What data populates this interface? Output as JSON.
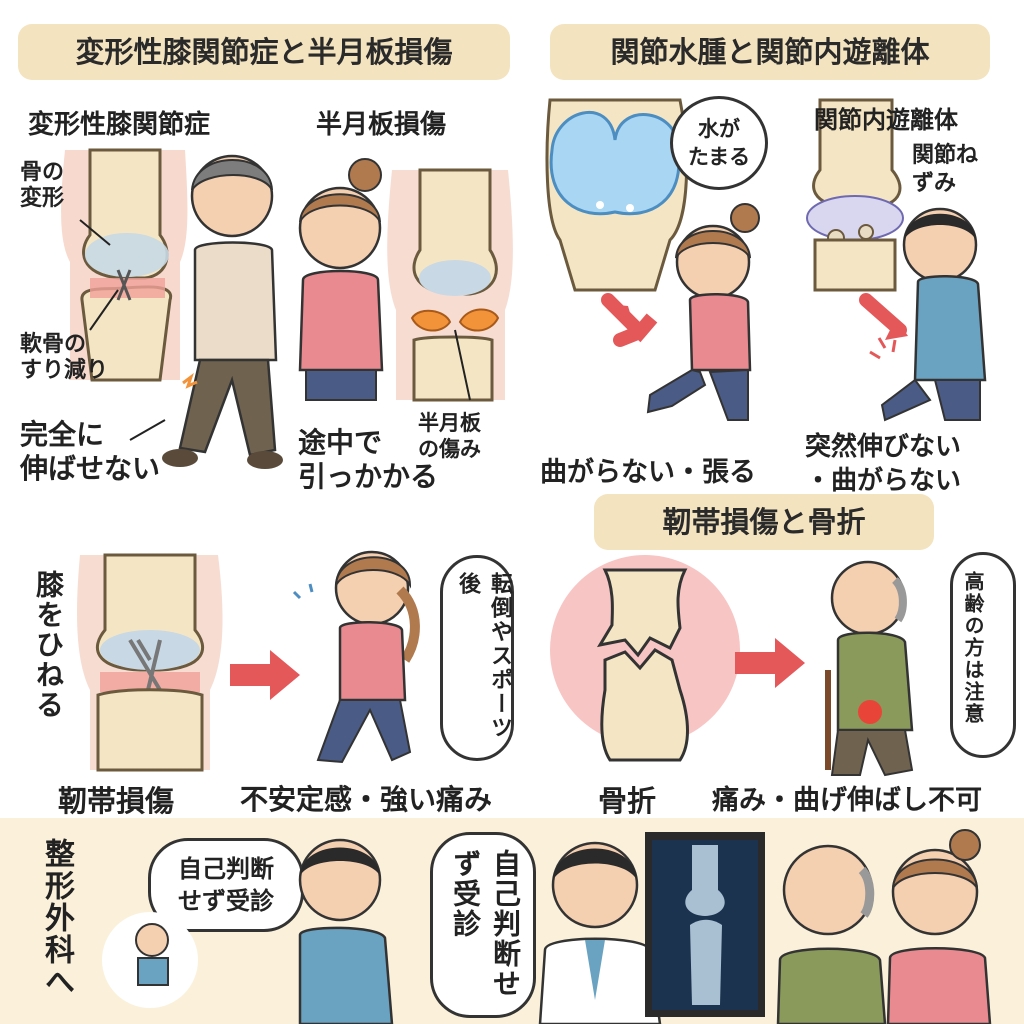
{
  "sections": {
    "oa_meniscus": {
      "title": "変形性膝関節症と半月板損傷",
      "oa": {
        "heading": "変形性膝関節症",
        "label_bone": "骨の\n変形",
        "label_cartilage": "軟骨の\nすり減り",
        "symptom": "完全に\n伸ばせない"
      },
      "meniscus": {
        "heading": "半月板損傷",
        "label_damage": "半月板\nの傷み",
        "symptom": "途中で\n引っかかる"
      }
    },
    "effusion_loose": {
      "title": "関節水腫と関節内遊離体",
      "effusion": {
        "bubble": "水が\nたまる",
        "symptom": "曲がらない・張る"
      },
      "loose_body": {
        "heading": "関節内遊離体",
        "label_mouse": "関節ね\nずみ",
        "symptom": "突然伸びない\n・曲がらない"
      }
    },
    "ligament": {
      "label_twist": "膝をひねる",
      "bubble": "転倒やスポーツ後",
      "caption_injury": "靭帯損傷",
      "caption_symptom": "不安定感・強い痛み"
    },
    "fracture": {
      "title": "靭帯損傷と骨折",
      "bubble": "高齢の方は注意",
      "caption_fracture": "骨折",
      "caption_symptom": "痛み・曲げ伸ばし不可"
    },
    "bottom": {
      "label_ortho": "整形外科へ",
      "bubble_left": "自己判断\nせず受診",
      "bubble_mid": "自己判断せず受診"
    }
  },
  "colors": {
    "pill": "#f3e3bf",
    "band": "#fbf0da",
    "arrow": "#e4585a",
    "bone": "#f4e6c4",
    "skin": "#f4cfb0",
    "pink_shirt": "#e98a90",
    "water": "#a9d6f2",
    "cartilage_red": "#f0a099",
    "meniscus_orange": "#f39339"
  },
  "icons": [
    "bone-knee-icon",
    "person-icon",
    "arrow-right-icon",
    "doctor-icon",
    "xray-icon",
    "pain-spark-icon"
  ]
}
